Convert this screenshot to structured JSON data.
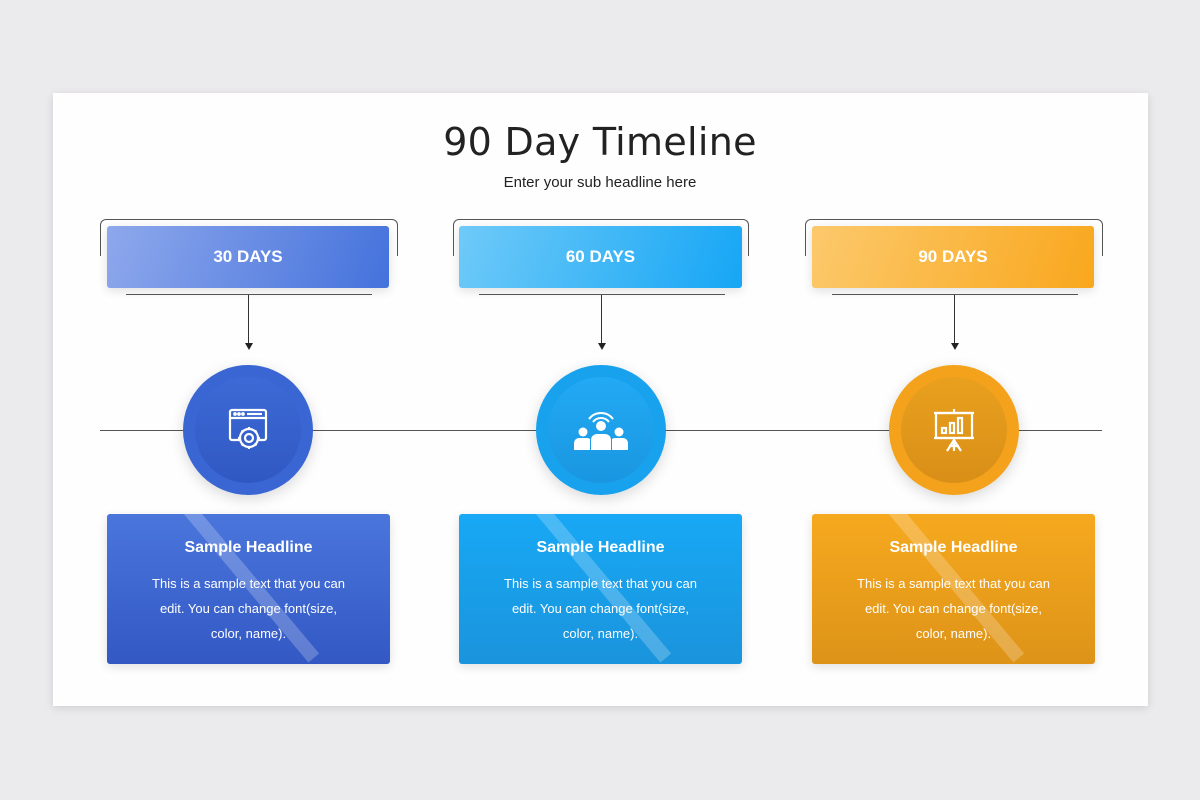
{
  "title": "90 Day Timeline",
  "subtitle": "Enter your sub headline here",
  "stages": [
    {
      "label": "30 DAYS",
      "icon": "browser-gear-icon",
      "headline": "Sample Headline",
      "text": "This is a sample text that you can edit. You can change font(size, color, name).",
      "colors": {
        "box_start": "#8ea8ec",
        "box_end": "#4472dc",
        "circle": "#3a66d4",
        "circle_inner": "#3461cc",
        "card_start": "#4a76dc",
        "card_end": "#3358c4"
      }
    },
    {
      "label": "60 DAYS",
      "icon": "team-broadcast-icon",
      "headline": "Sample Headline",
      "text": "This is a sample text that you can edit. You can change font(size, color, name).",
      "colors": {
        "box_start": "#6fcaf8",
        "box_end": "#16a6f5",
        "circle": "#18a2ee",
        "circle_inner": "#1e9ae4",
        "card_start": "#18a8f5",
        "card_end": "#1a94dc"
      }
    },
    {
      "label": "90 DAYS",
      "icon": "presentation-chart-icon",
      "headline": "Sample Headline",
      "text": "This is a sample text that you can edit. You can change font(size, color, name).",
      "colors": {
        "box_start": "#fcc96c",
        "box_end": "#f9a71d",
        "circle": "#f4a21c",
        "circle_inner": "#e0951a",
        "card_start": "#f6a91f",
        "card_end": "#dd9318"
      }
    }
  ]
}
